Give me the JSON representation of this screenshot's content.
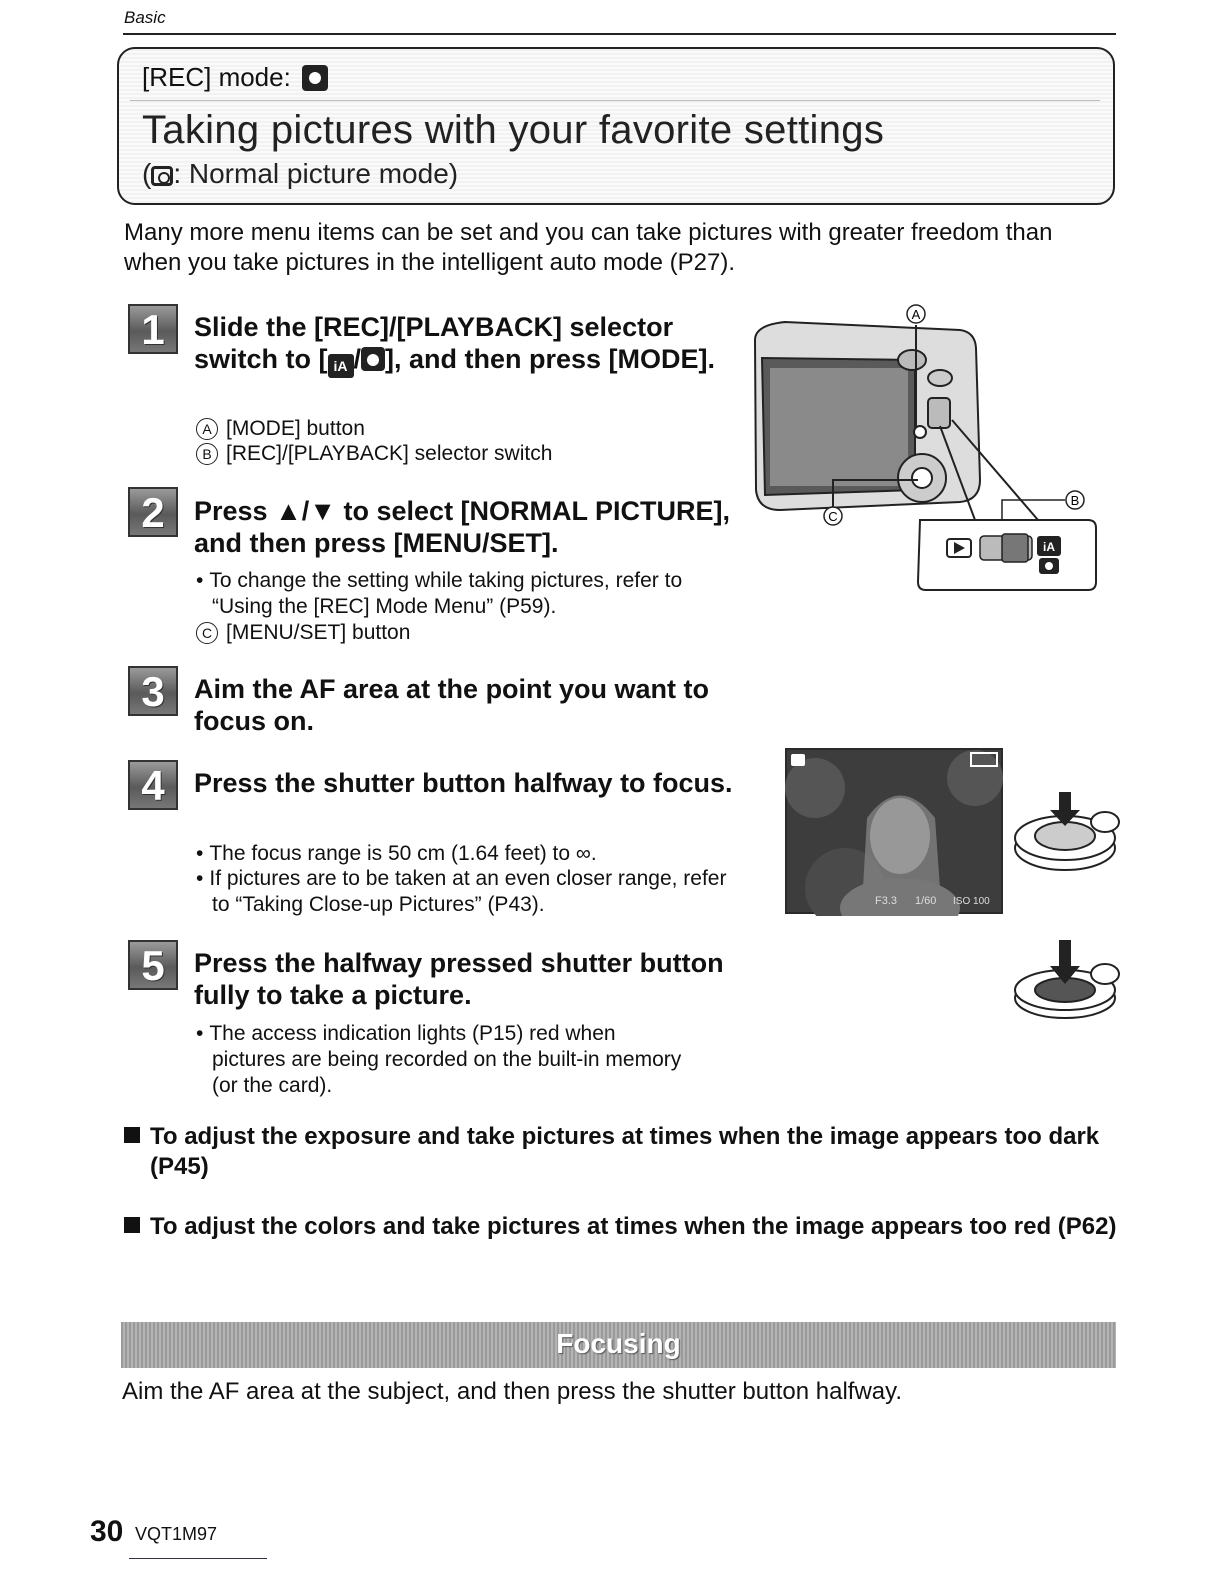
{
  "header": {
    "section": "Basic"
  },
  "title_box": {
    "rec_mode": "[REC] mode:",
    "title": "Taking pictures with your favorite settings",
    "subtitle_open": "(",
    "subtitle_text": ": Normal picture mode)"
  },
  "intro": "Many more menu items can be set and you can take pictures with greater freedom than when you take pictures in the intelligent auto mode (P27).",
  "steps": [
    {
      "number": "1",
      "title_a": "Slide the [REC]/[PLAYBACK] selector switch to [",
      "title_sep": "/",
      "title_b": "], and then press [MODE].",
      "items": [
        {
          "marker": "A",
          "text": "[MODE] button"
        },
        {
          "marker": "B",
          "text": "[REC]/[PLAYBACK] selector switch"
        }
      ]
    },
    {
      "number": "2",
      "title": "Press ▲/▼ to select [NORMAL PICTURE], and then press [MENU/SET].",
      "bullet": "To change the setting while taking pictures, refer to “Using the [REC] Mode Menu” (P59).",
      "items": [
        {
          "marker": "C",
          "text": "[MENU/SET] button"
        }
      ]
    },
    {
      "number": "3",
      "title": "Aim the AF area at the point you want to focus on."
    },
    {
      "number": "4",
      "title": "Press the shutter button halfway to focus.",
      "bullets": [
        "The focus range is 50 cm (1.64 feet) to ∞.",
        "If pictures are to be taken at an even closer range, refer to “Taking Close-up Pictures” (P43)."
      ]
    },
    {
      "number": "5",
      "title": "Press the halfway pressed shutter button fully to take a picture.",
      "bullet": "The access indication lights (P15) red when pictures are being recorded on the built-in memory (or the card)."
    }
  ],
  "figure": {
    "label_a": "A",
    "label_b": "B",
    "label_c": "C",
    "switch_ia": "iA",
    "lcd_f": "F3.3",
    "lcd_shutter": "1/60",
    "lcd_iso": "ISO 100"
  },
  "notes": [
    "To adjust the exposure and take pictures at times when the image appears too dark (P45)",
    "To adjust the colors and take pictures at times when the image appears too red (P62)"
  ],
  "focusing": {
    "heading": "Focusing",
    "text": "Aim the AF area at the subject, and then press the shutter button halfway."
  },
  "footer": {
    "page_number": "30",
    "code": "VQT1M97"
  }
}
